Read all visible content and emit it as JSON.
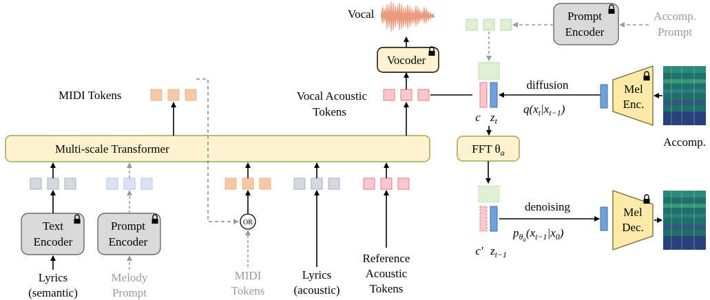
{
  "colors": {
    "transformer_fill": "#fdf3cf",
    "transformer_stroke": "#9ea64d",
    "encoder_fill": "#d9d9d9",
    "midi_token": "#f7c8a6",
    "midi_token_stroke": "#eeb487",
    "vocal_token": "#f9c7cc",
    "vocal_token_stroke": "#e57b86",
    "lyrics_token": "#d3d8e1",
    "lyrics_token_stroke": "#a7b1c2",
    "melody_token": "#d9e3f5",
    "melody_token_stroke": "#b6c6e6",
    "prompt_token": "#ddf0d4",
    "prompt_token_stroke": "#b9dba8",
    "z_blue": "#6fa1dd",
    "mel_fill": "#fbeaa8",
    "waveform": "#ec9a7e"
  },
  "labels": {
    "vocal": "Vocal",
    "vocoder": "Vocoder",
    "midi_tokens_out": "MIDI Tokens",
    "vocal_acoustic_tokens_1": "Vocal Acoustic",
    "vocal_acoustic_tokens_2": "Tokens",
    "transformer": "Multi-scale Transformer",
    "text_encoder_1": "Text",
    "text_encoder_2": "Encoder",
    "prompt_encoder_1": "Prompt",
    "prompt_encoder_2": "Encoder",
    "or": "OR",
    "lyrics_semantic_1": "Lyrics",
    "lyrics_semantic_2": "(semantic)",
    "melody_prompt_1": "Melody",
    "melody_prompt_2": "Prompt",
    "midi_tokens_in_1": "MIDI",
    "midi_tokens_in_2": "Tokens",
    "lyrics_acoustic_1": "Lyrics",
    "lyrics_acoustic_2": "(acoustic)",
    "ref_acoustic_1": "Reference",
    "ref_acoustic_2": "Acoustic",
    "ref_acoustic_3": "Tokens",
    "prompt_encoder_right_1": "Prompt",
    "prompt_encoder_right_2": "Encoder",
    "accomp_prompt_1": "Accomp.",
    "accomp_prompt_2": "Prompt",
    "diffusion": "diffusion",
    "denoising": "denoising",
    "mel_enc_1": "Mel",
    "mel_enc_2": "Enc.",
    "mel_dec_1": "Mel",
    "mel_dec_2": "Dec.",
    "accomp": "Accomp.",
    "c": "c",
    "z": "z",
    "z_sub": "t",
    "c_prime": "c′",
    "z2": "z",
    "z2_sub": "t−1",
    "fft_main": "FFT θ",
    "fft_sub": "a",
    "q_formula": "q(x",
    "q_sub1": "t",
    "q_mid": "|x",
    "q_sub2": "t−1",
    "q_end": ")",
    "p_p": "p",
    "p_theta": "θ",
    "p_a": "a",
    "p_mid": "(x",
    "p_sub1": "t−1",
    "p_mid2": "|x",
    "p_sub2": "0",
    "p_end": ")"
  }
}
